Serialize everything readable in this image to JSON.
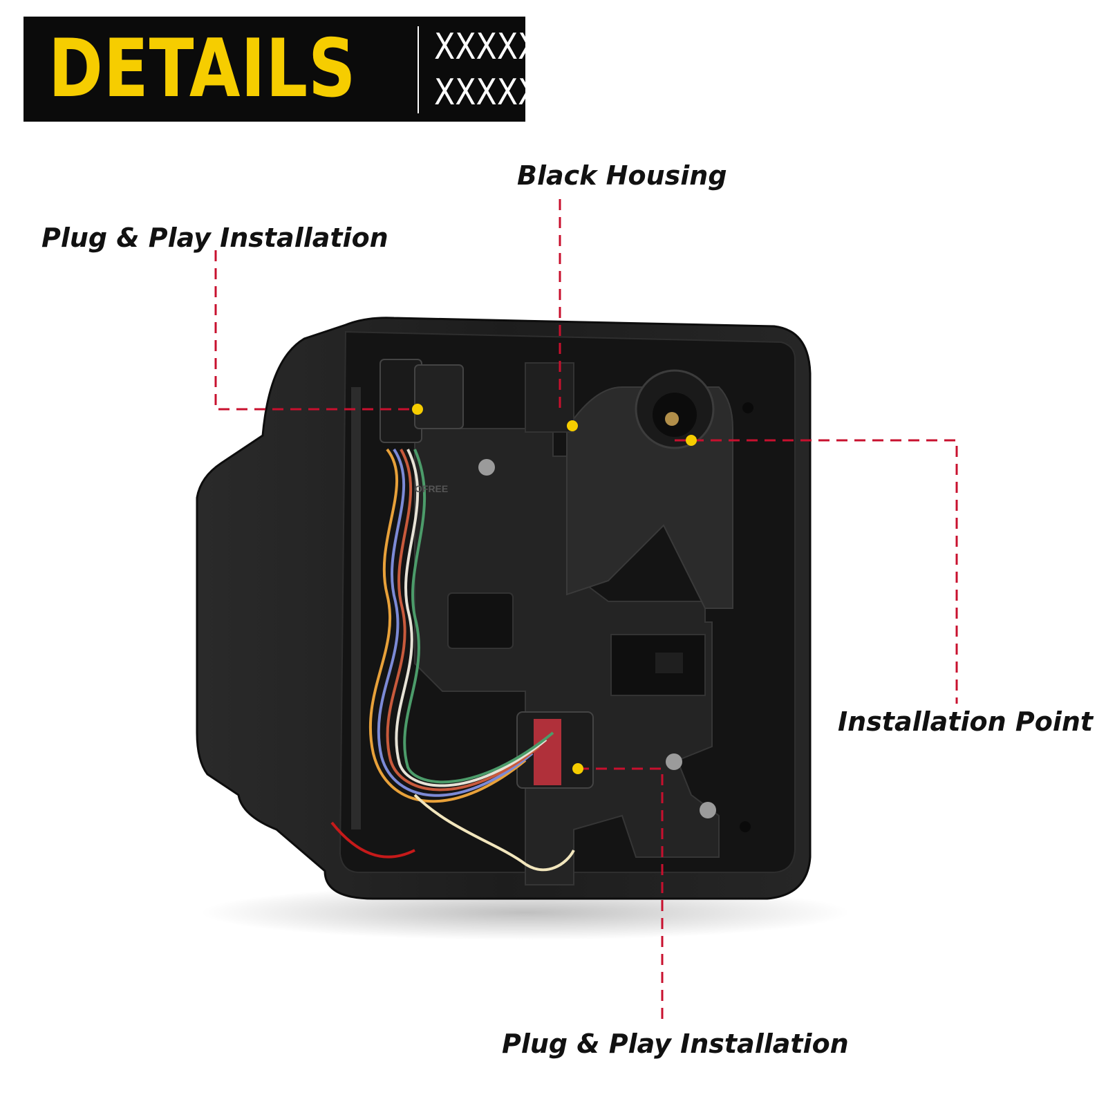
{
  "banner": {
    "title": "DETAILS",
    "subtitle_line1": "XXXXX",
    "subtitle_line2": "XXXXX",
    "title_color": "#f6cd00",
    "background_color": "#0b0b0b"
  },
  "callouts": {
    "black_housing": "Black Housing",
    "plug_play_top": "Plug & Play Installation",
    "installation_point": "Installation Point",
    "plug_play_bottom": "Plug & Play Installation"
  },
  "colors": {
    "leader_line": "#c8102e",
    "marker_dot": "#f6cd00",
    "housing": "#1c1c1c"
  },
  "watermark": "OFREE"
}
